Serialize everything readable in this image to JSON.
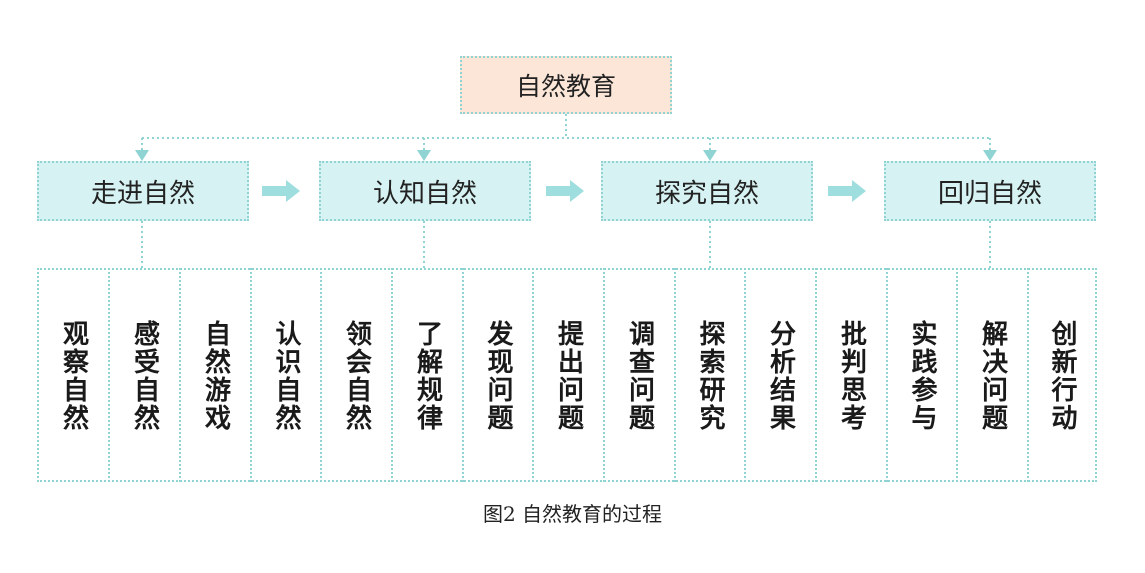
{
  "root": {
    "label": "自然教育"
  },
  "stages": [
    {
      "label": "走进自然",
      "steps": [
        "观察自然",
        "感受自然",
        "自然游戏"
      ]
    },
    {
      "label": "认知自然",
      "steps": [
        "认识自然",
        "领会自然",
        "了解规律",
        "发现问题"
      ]
    },
    {
      "label": "探究自然",
      "steps": [
        "提出问题",
        "调查问题",
        "探索研究",
        "分析结果"
      ]
    },
    {
      "label": "回归自然",
      "steps": [
        "批判思考",
        "实践参与",
        "解决问题",
        "创新行动"
      ]
    }
  ],
  "caption": "图2 自然教育的过程",
  "colors": {
    "line": "#8fd3d3",
    "stage_fill": "#d6f2f2",
    "root_fill": "#fbe6d8",
    "arrow": "#9fdede"
  }
}
